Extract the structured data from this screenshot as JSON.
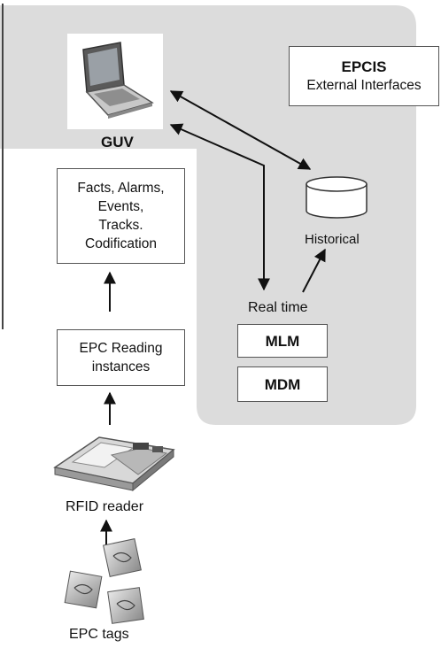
{
  "guv": {
    "label": "GUV"
  },
  "epcis": {
    "title": "EPCIS",
    "subtitle": "External Interfaces"
  },
  "facts_box": {
    "lines": [
      "Facts, Alarms,",
      "Events,",
      "Tracks.",
      "Codification"
    ]
  },
  "epc_reading_box": {
    "lines": [
      "EPC Reading",
      "instances"
    ]
  },
  "historical": {
    "label": "Historical"
  },
  "real_time": {
    "label": "Real time"
  },
  "mlm": {
    "label": "MLM"
  },
  "mdm": {
    "label": "MDM"
  },
  "rfid_reader": {
    "label": "RFID reader"
  },
  "epc_tags": {
    "label": "EPC tags"
  },
  "colors": {
    "panel": "#dcdcdc",
    "line": "#111111",
    "box_border": "#555555"
  }
}
